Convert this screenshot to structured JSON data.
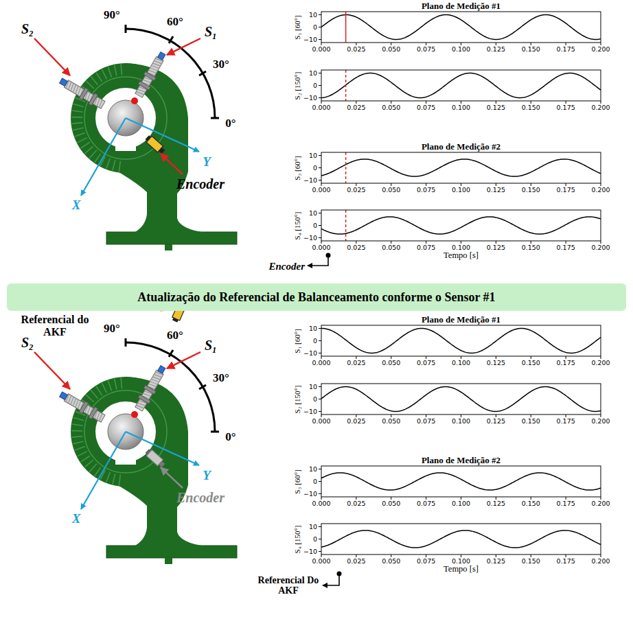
{
  "diagram": {
    "nodes": [
      {
        "text": [
          "Atualização do Referencial de Balanceamento conforme o Sensor #1"
        ]
      }
    ],
    "labels": [
      "90°",
      "60°",
      "30°",
      "0°",
      "S₂",
      "S₁",
      "Encoder",
      "X",
      "Y",
      "Plano de Medição #1",
      "S₁ [60°]",
      "10",
      "0",
      "−10",
      "0.000",
      "0.025",
      "0.050",
      "0.075",
      "0.100",
      "0.125",
      "0.150",
      "0.175",
      "0.200",
      "S₂ [150°]",
      "10",
      "0",
      "−10",
      "0.000",
      "0.025",
      "0.050",
      "0.075",
      "0.100",
      "0.125",
      "0.150",
      "0.175",
      "0.200",
      "Plano de Medição #2",
      "S₃ [60°]",
      "10",
      "0",
      "−10",
      "0.000",
      "0.025",
      "0.050",
      "0.075",
      "0.100",
      "0.125",
      "0.150",
      "0.175",
      "0.200",
      "S₄ [150°]",
      "10",
      "0",
      "−10",
      "0.000",
      "0.025",
      "0.050",
      "0.075",
      "0.100",
      "0.125",
      "0.150",
      "0.175",
      "0.200",
      "Tempo [s]",
      "Encoder",
      "Referencial do AKF",
      "90°",
      "60°",
      "30°",
      "0°",
      "S₂",
      "S₁",
      "Encoder",
      "X",
      "Y",
      "Plano de Medição #1",
      "S₁ [60°]",
      "10",
      "0",
      "−10",
      "0.000",
      "0.025",
      "0.050",
      "0.075",
      "0.100",
      "0.125",
      "0.150",
      "0.175",
      "0.200",
      "S₂ [150°]",
      "10",
      "0",
      "−10",
      "0.000",
      "0.025",
      "0.050",
      "0.075",
      "0.100",
      "0.125",
      "0.150",
      "0.175",
      "0.200",
      "Plano de Medição #2",
      "S₃ [60°]",
      "10",
      "0",
      "−10",
      "0.000",
      "0.025",
      "0.050",
      "0.075",
      "0.100",
      "0.125",
      "0.150",
      "0.175",
      "0.200",
      "S₄ [150°]",
      "10",
      "0",
      "−10",
      "0.000",
      "0.025",
      "0.050",
      "0.075",
      "0.100",
      "0.125",
      "0.150",
      "0.175",
      "0.200",
      "Tempo [s]",
      "Referencial Do AKF"
    ]
  }
}
